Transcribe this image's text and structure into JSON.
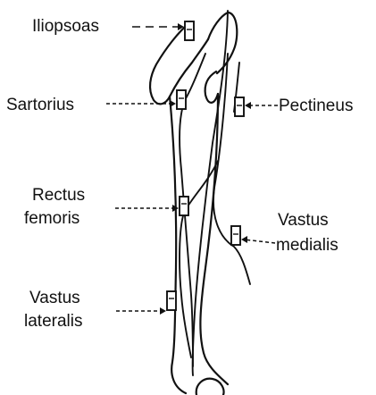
{
  "labels": {
    "iliopsoas": "Iliopsoas",
    "sartorius": "Sartorius",
    "pectineus": "Pectineus",
    "rectus_femoris": [
      "Rectus",
      "femoris"
    ],
    "vastus_medialis": [
      "Vastus",
      "medialis"
    ],
    "vastus_lateralis": [
      "Vastus",
      "lateralis"
    ]
  },
  "colors": {
    "ink": "#111111",
    "background": "#ffffff"
  }
}
